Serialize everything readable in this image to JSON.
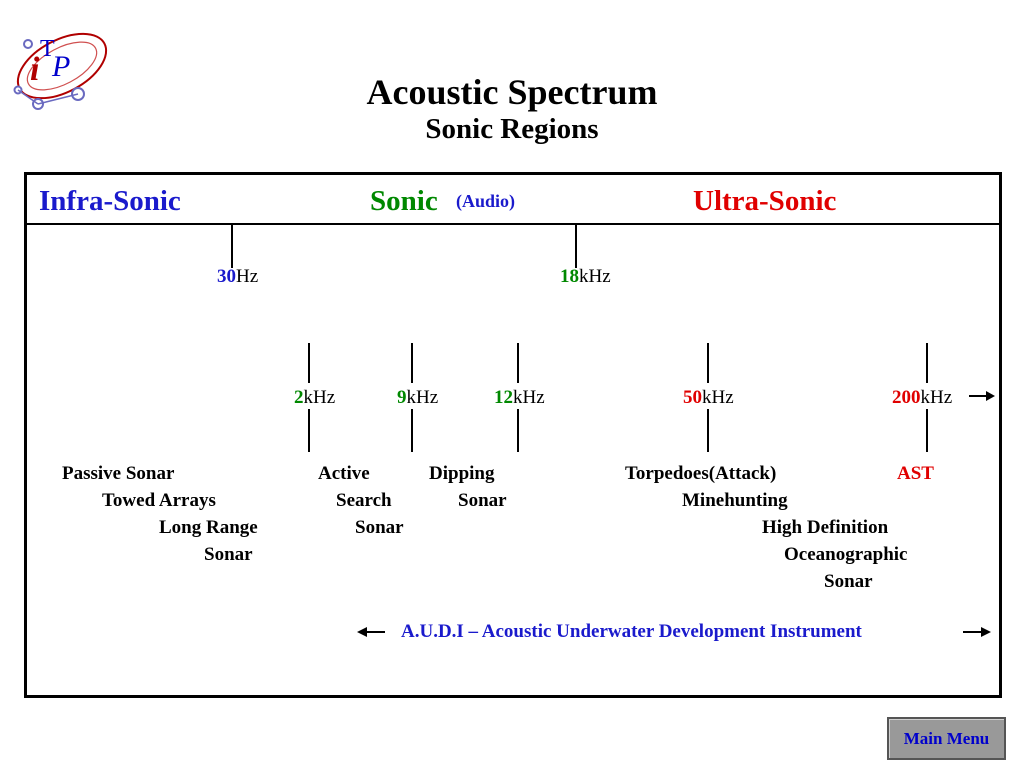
{
  "title": "Acoustic Spectrum",
  "subtitle": "Sonic Regions",
  "logo": {
    "i": "i",
    "T": "T",
    "P": "P",
    "colors": {
      "ring": "#b00000",
      "node": "#6a6ac0",
      "accent": "#0000cc"
    }
  },
  "regions": {
    "infra": "Infra-Sonic",
    "sonic": "Sonic",
    "audio": "(Audio)",
    "ultra": "Ultra-Sonic"
  },
  "colors": {
    "blue": "#1a1acc",
    "green": "#008800",
    "red": "#e00000",
    "text": "#000000",
    "button_bg": "#999999",
    "button_text": "#0000cc"
  },
  "boundaries": [
    {
      "num": "30",
      "unit": "Hz"
    },
    {
      "num": "18",
      "unit": "kHz"
    }
  ],
  "frequencies": [
    {
      "num": "2",
      "unit": "kHz"
    },
    {
      "num": "9",
      "unit": "kHz"
    },
    {
      "num": "12",
      "unit": "kHz"
    },
    {
      "num": "50",
      "unit": "kHz"
    },
    {
      "num": "200",
      "unit": "kHz"
    }
  ],
  "applications": {
    "passive": [
      "Passive Sonar",
      "Towed Arrays",
      "Long Range",
      "Sonar"
    ],
    "active": [
      "Active",
      "Search",
      "Sonar"
    ],
    "dipping": [
      "Dipping",
      "Sonar"
    ],
    "torpedoes": [
      "Torpedoes(Attack)",
      "Minehunting",
      "High Definition",
      "Oceanographic",
      "Sonar"
    ],
    "ast": "AST"
  },
  "audi": "A.U.D.I – Acoustic Underwater Development Instrument",
  "main_menu": "Main Menu"
}
